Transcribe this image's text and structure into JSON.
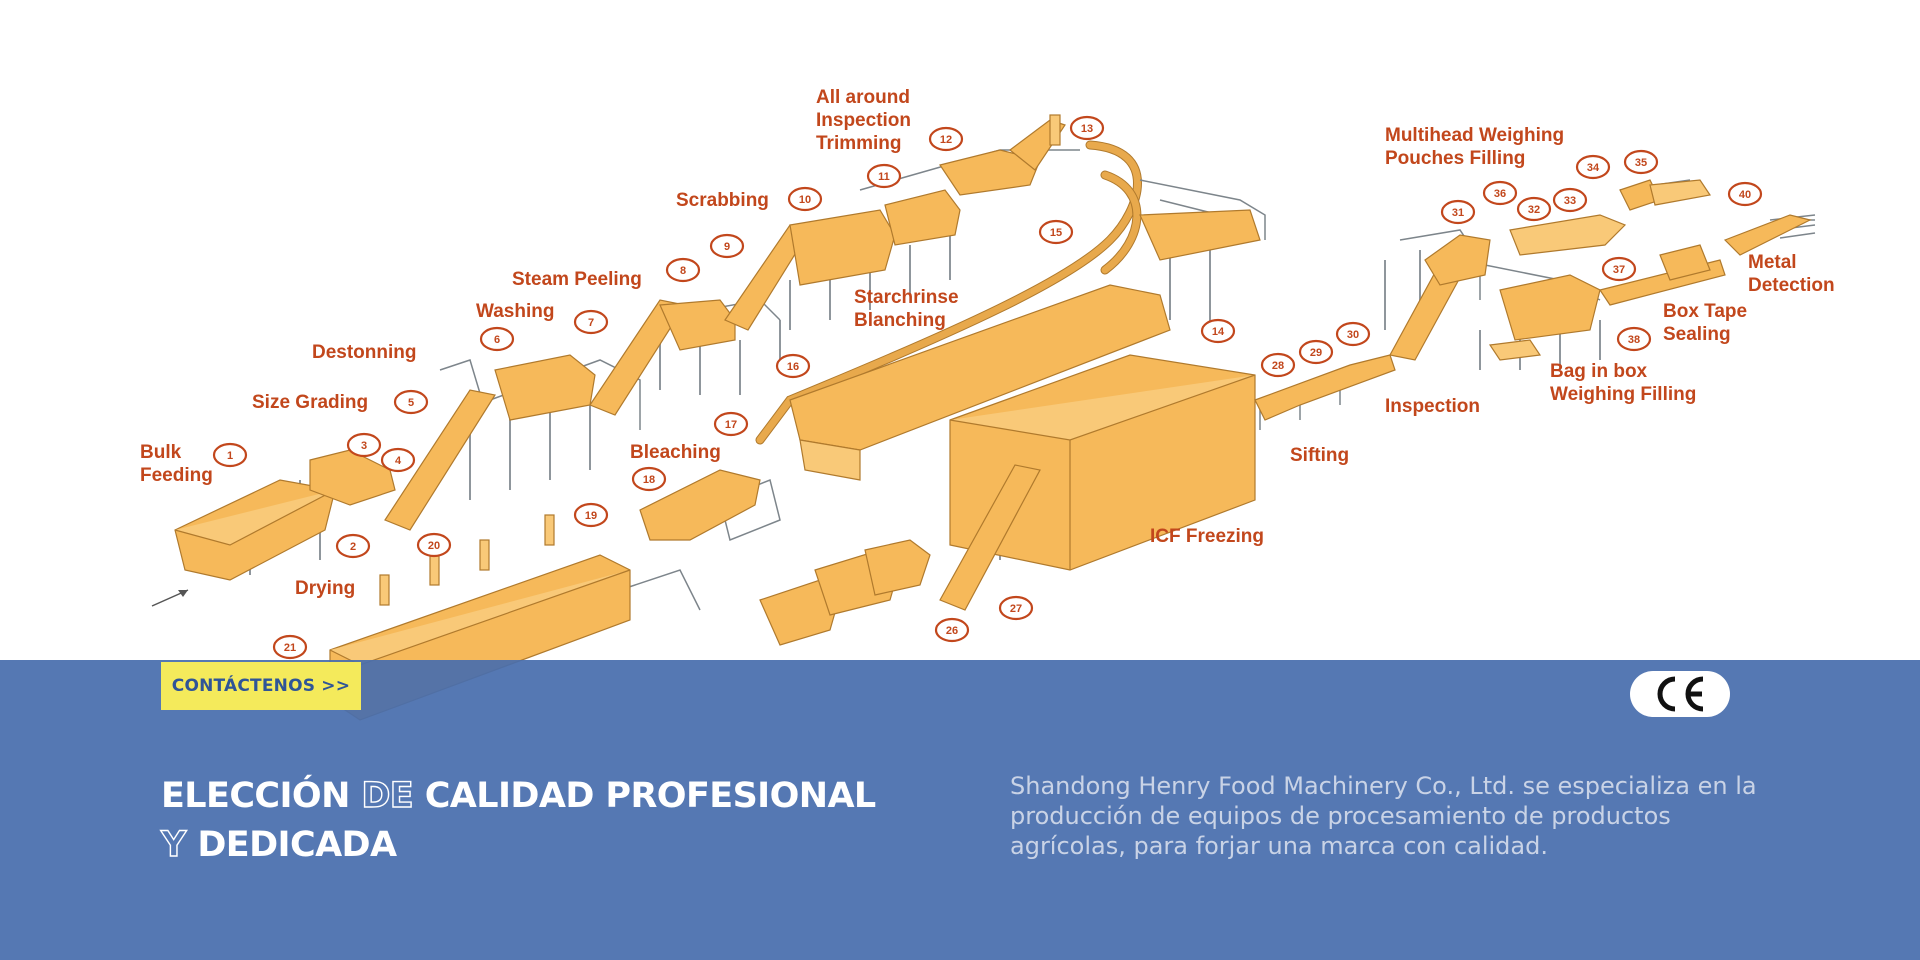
{
  "diagram": {
    "labels": [
      {
        "id": "bulk",
        "lines": [
          "Bulk",
          "Feeding"
        ]
      },
      {
        "id": "size",
        "lines": [
          "Size Grading"
        ]
      },
      {
        "id": "destonning",
        "lines": [
          "Destonning"
        ]
      },
      {
        "id": "washing",
        "lines": [
          "Washing"
        ]
      },
      {
        "id": "steam",
        "lines": [
          "Steam Peeling"
        ]
      },
      {
        "id": "scrabbing",
        "lines": [
          "Scrabbing"
        ]
      },
      {
        "id": "inspect_trim",
        "lines": [
          "All around",
          "Inspection",
          "Trimming"
        ]
      },
      {
        "id": "starch",
        "lines": [
          "Starchrinse",
          "Blanching"
        ]
      },
      {
        "id": "bleaching",
        "lines": [
          "Bleaching"
        ]
      },
      {
        "id": "drying",
        "lines": [
          "Drying"
        ]
      },
      {
        "id": "icf",
        "lines": [
          "ICF Freezing"
        ]
      },
      {
        "id": "sifting",
        "lines": [
          "Sifting"
        ]
      },
      {
        "id": "inspection",
        "lines": [
          "Inspection"
        ]
      },
      {
        "id": "multihead",
        "lines": [
          "Multihead Weighing",
          "Pouches Filling"
        ]
      },
      {
        "id": "bagbox",
        "lines": [
          "Bag in box",
          "Weighing Filling"
        ]
      },
      {
        "id": "boxtape",
        "lines": [
          "Box Tape",
          "Sealing"
        ]
      },
      {
        "id": "metal",
        "lines": [
          "Metal",
          "Detection"
        ]
      }
    ],
    "numbers": [
      "1",
      "2",
      "3",
      "4",
      "5",
      "6",
      "7",
      "8",
      "9",
      "10",
      "11",
      "12",
      "13",
      "14",
      "15",
      "16",
      "17",
      "18",
      "19",
      "20",
      "21",
      "26",
      "27",
      "28",
      "29",
      "30",
      "31",
      "32",
      "33",
      "34",
      "35",
      "36",
      "37",
      "38",
      "40"
    ]
  },
  "banner": {
    "cta_label": "CONTÁCTENOS >>",
    "ce_mark": "CE",
    "headline": {
      "w1": "ELECCIÓN",
      "w2": "DE",
      "w3": "CALIDAD PROFESIONAL",
      "w4": "Y",
      "w5": "DEDICADA"
    },
    "description": "Shandong Henry Food Machinery Co., Ltd. se especializa en la producción de equipos de procesamiento de productos agrícolas, para forjar una marca con calidad."
  },
  "colors": {
    "banner_bg": "#486ead",
    "cta_bg": "#f4ea5b",
    "cta_text": "#2f5597",
    "label_color": "#c2471c",
    "machine_fill": "#f6b95a"
  }
}
